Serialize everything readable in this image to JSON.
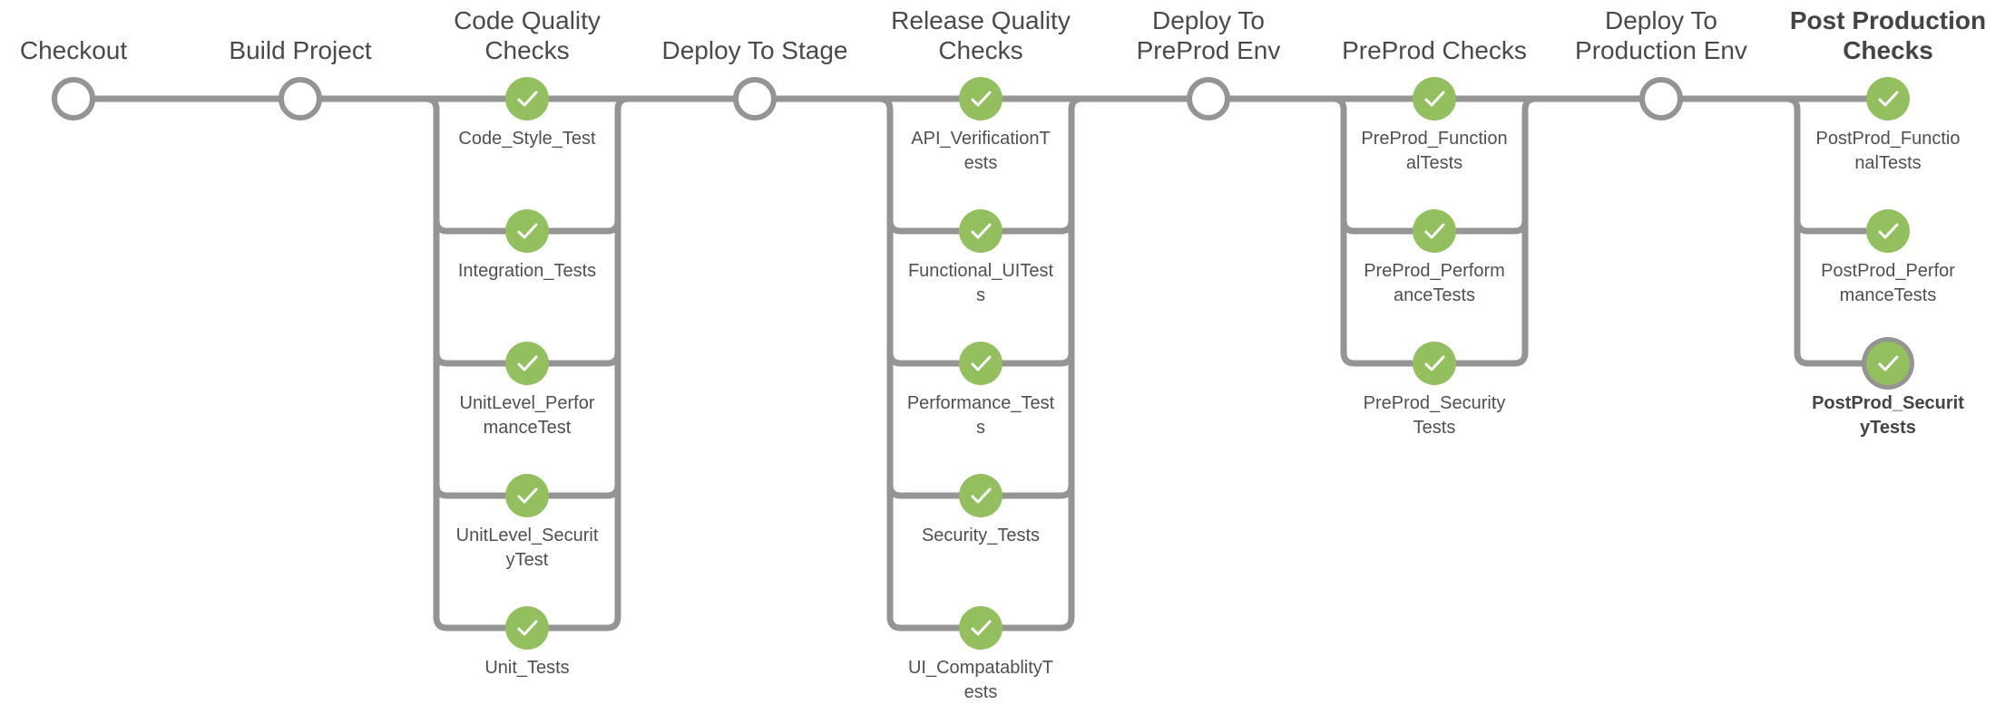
{
  "pipeline": {
    "colors": {
      "line": "#949494",
      "success": "#93bf5e",
      "check": "#ffffff",
      "pending_fill": "#ffffff",
      "selected_ring": "#949494"
    },
    "stages": [
      {
        "id": "checkout",
        "title_lines": [
          "Checkout"
        ],
        "status": "not-built",
        "nodes": []
      },
      {
        "id": "build-project",
        "title_lines": [
          "Build Project"
        ],
        "status": "not-built",
        "nodes": []
      },
      {
        "id": "code-quality-checks",
        "title_lines": [
          "Code Quality",
          "Checks"
        ],
        "status": "success",
        "nodes": [
          {
            "label_lines": [
              "Code_Style_Test"
            ],
            "status": "success"
          },
          {
            "label_lines": [
              "Integration_Tests"
            ],
            "status": "success"
          },
          {
            "label_lines": [
              "UnitLevel_Perfor",
              "manceTest"
            ],
            "status": "success"
          },
          {
            "label_lines": [
              "UnitLevel_Securit",
              "yTest"
            ],
            "status": "success"
          },
          {
            "label_lines": [
              "Unit_Tests"
            ],
            "status": "success"
          }
        ]
      },
      {
        "id": "deploy-to-stage",
        "title_lines": [
          "Deploy To Stage"
        ],
        "status": "not-built",
        "nodes": []
      },
      {
        "id": "release-quality-checks",
        "title_lines": [
          "Release Quality",
          "Checks"
        ],
        "status": "success",
        "nodes": [
          {
            "label_lines": [
              "API_VerificationT",
              "ests"
            ],
            "status": "success"
          },
          {
            "label_lines": [
              "Functional_UITest",
              "s"
            ],
            "status": "success"
          },
          {
            "label_lines": [
              "Performance_Test",
              "s"
            ],
            "status": "success"
          },
          {
            "label_lines": [
              "Security_Tests"
            ],
            "status": "success"
          },
          {
            "label_lines": [
              "UI_CompatablityT",
              "ests"
            ],
            "status": "success"
          }
        ]
      },
      {
        "id": "deploy-to-preprod-env",
        "title_lines": [
          "Deploy To",
          "PreProd Env"
        ],
        "status": "not-built",
        "nodes": []
      },
      {
        "id": "preprod-checks",
        "title_lines": [
          "PreProd Checks"
        ],
        "status": "success",
        "nodes": [
          {
            "label_lines": [
              "PreProd_Function",
              "alTests"
            ],
            "status": "success"
          },
          {
            "label_lines": [
              "PreProd_Perform",
              "anceTests"
            ],
            "status": "success"
          },
          {
            "label_lines": [
              "PreProd_Security",
              "Tests"
            ],
            "status": "success"
          }
        ]
      },
      {
        "id": "deploy-to-production-env",
        "title_lines": [
          "Deploy To",
          "Production Env"
        ],
        "status": "not-built",
        "nodes": []
      },
      {
        "id": "post-production-checks",
        "title_lines": [
          "Post Production",
          "Checks"
        ],
        "status": "success",
        "selected": true,
        "final": true,
        "nodes": [
          {
            "label_lines": [
              "PostProd_Functio",
              "nalTests"
            ],
            "status": "success"
          },
          {
            "label_lines": [
              "PostProd_Perfor",
              "manceTests"
            ],
            "status": "success"
          },
          {
            "label_lines": [
              "PostProd_Securit",
              "yTests"
            ],
            "status": "success",
            "selected": true
          }
        ]
      }
    ]
  }
}
